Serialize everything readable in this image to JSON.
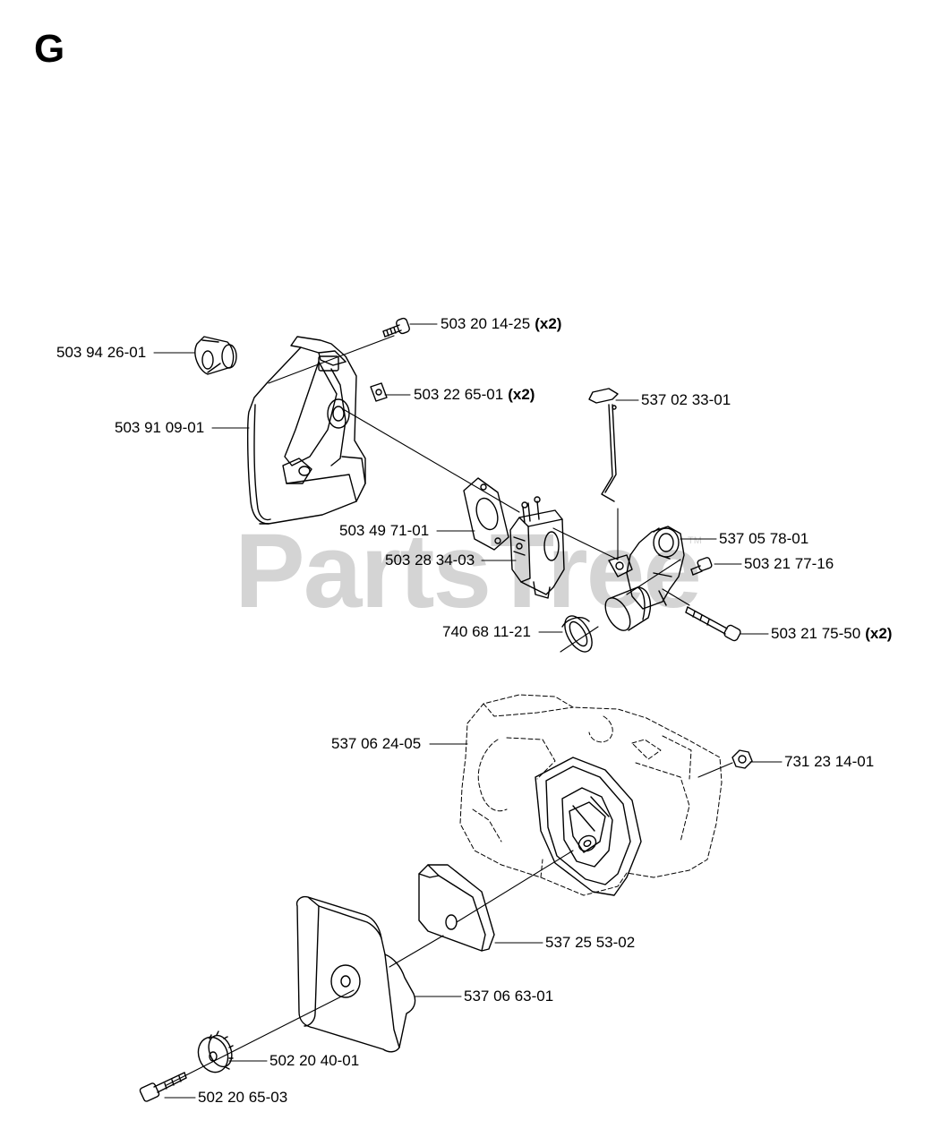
{
  "section_letter": "G",
  "watermark": "PartsTree",
  "watermark_tm": "TM",
  "parts": {
    "p1": {
      "number": "503 20 14-25",
      "qty": "(x2)"
    },
    "p2": {
      "number": "503 94 26-01",
      "qty": ""
    },
    "p3": {
      "number": "503 22 65-01",
      "qty": "(x2)"
    },
    "p4": {
      "number": "537 02 33-01",
      "qty": ""
    },
    "p5": {
      "number": "503 91 09-01",
      "qty": ""
    },
    "p6": {
      "number": "503 49 71-01",
      "qty": ""
    },
    "p7": {
      "number": "537 05 78-01",
      "qty": ""
    },
    "p8": {
      "number": "503 28 34-03",
      "qty": ""
    },
    "p9": {
      "number": "503 21 77-16",
      "qty": ""
    },
    "p10": {
      "number": "740 68 11-21",
      "qty": ""
    },
    "p11": {
      "number": "503 21 75-50",
      "qty": "(x2)"
    },
    "p12": {
      "number": "537 06 24-05",
      "qty": ""
    },
    "p13": {
      "number": "731 23 14-01",
      "qty": ""
    },
    "p14": {
      "number": "537 25 53-02",
      "qty": ""
    },
    "p15": {
      "number": "537 06 63-01",
      "qty": ""
    },
    "p16": {
      "number": "502 20 40-01",
      "qty": ""
    },
    "p17": {
      "number": "502 20 65-03",
      "qty": ""
    }
  }
}
